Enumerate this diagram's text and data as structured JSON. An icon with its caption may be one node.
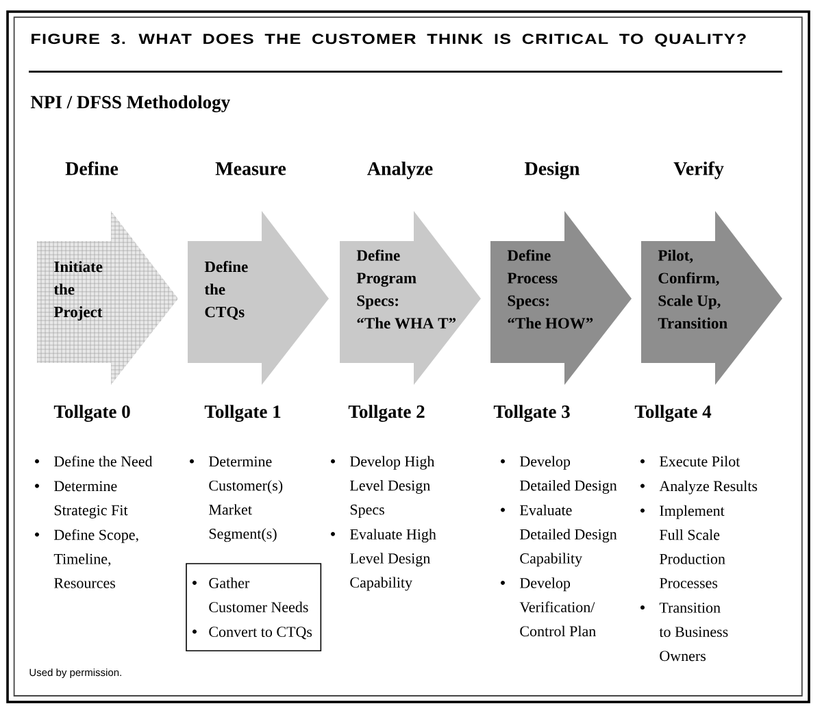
{
  "diagram": {
    "title": "FIGURE 3. WHAT DOES THE CUSTOMER THINK IS CRITICAL TO QUALITY?",
    "caption": "Used by permission.",
    "nodes": [
      {
        "text": [
          "Define",
          "Initiate the Project"
        ],
        "beside": [
          "Tollgate 0",
          "Define the Need",
          "Determine Strategic Fit",
          "Define Scope, Timeline, Resources"
        ]
      },
      {
        "text": [
          "Measure",
          "Define the CTQs"
        ],
        "beside": [
          "Tollgate 1",
          "Determine Customer(s) Market Segment(s)"
        ]
      },
      {
        "text": [
          "Analyze",
          "Define Program Specs:",
          "“The WHA T”"
        ],
        "beside": [
          "Tollgate 2",
          "Develop High Level Design Specs",
          "Evaluate High Level Design Capability"
        ]
      },
      {
        "text": [
          "Design",
          "Define Process Specs:",
          "“The HOW”"
        ],
        "beside": [
          "Tollgate 3",
          "Develop Detailed Design",
          "Evaluate Detailed Design Capability",
          "Develop Verification/ Control Plan"
        ]
      },
      {
        "text": [
          "Verify",
          "Pilot, Confirm, Scale Up, Transition"
        ],
        "beside": [
          "Tollgate 4",
          "Execute Pilot",
          "Analyze Results",
          "Implement Full Scale Production Processes",
          "Transition to Business Owners"
        ]
      },
      {
        "text": [
          "Gather Customer Needs",
          "Convert to CTQs"
        ]
      }
    ],
    "labels": [
      "NPI / DFSS Methodology"
    ]
  }
}
